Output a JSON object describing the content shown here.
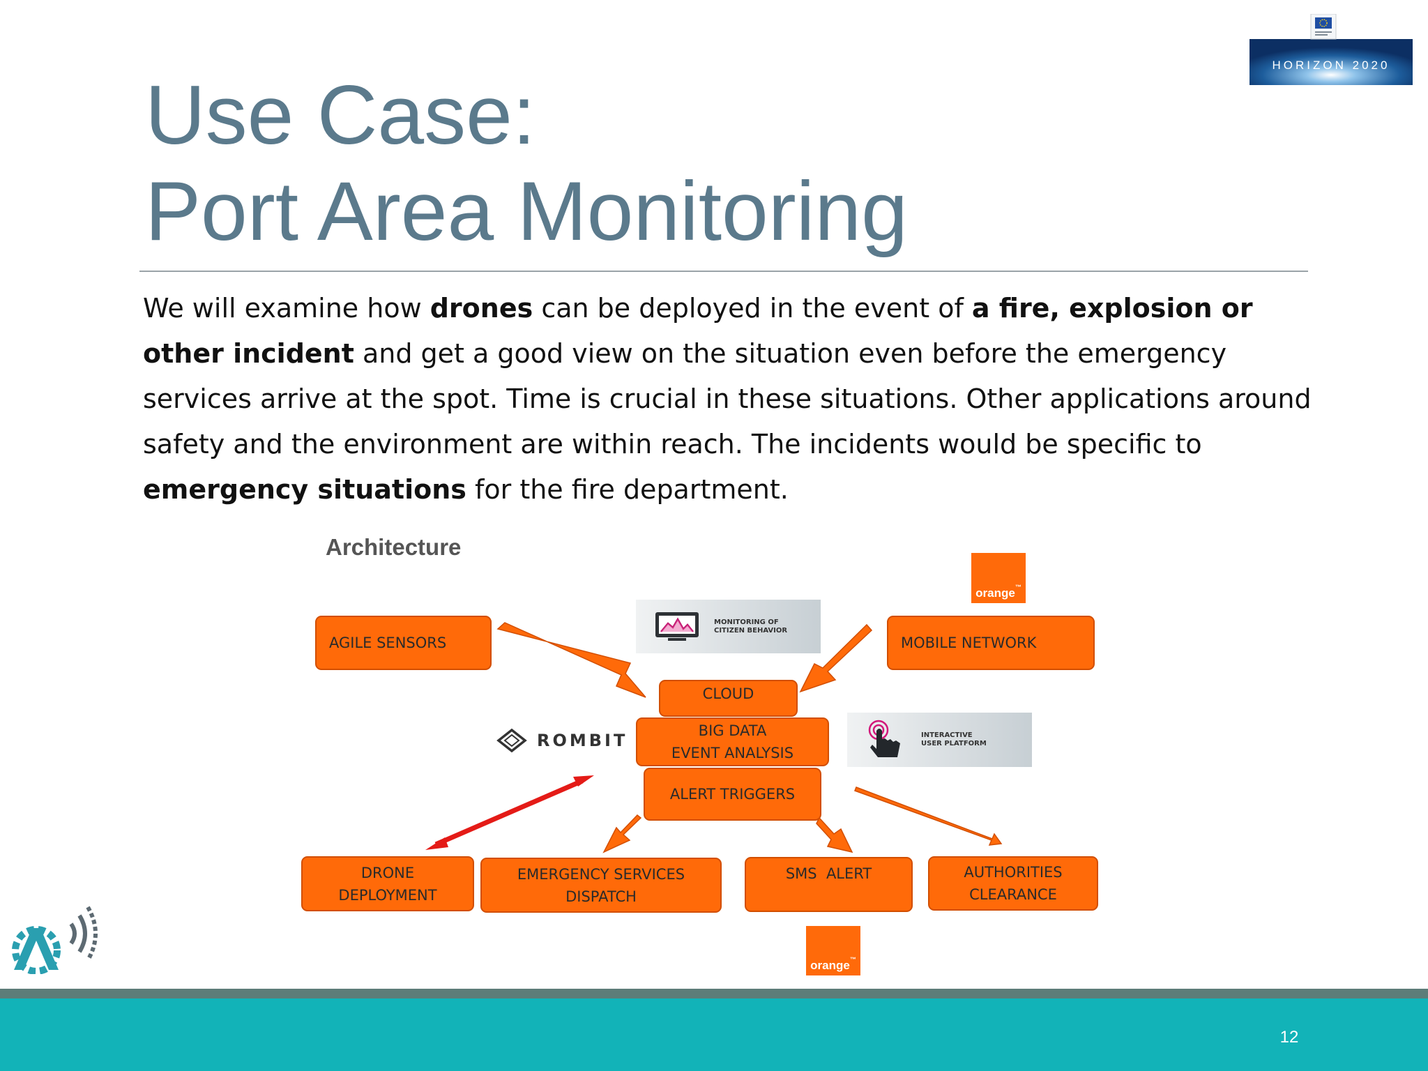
{
  "slide": {
    "title_line1": "Use Case:",
    "title_line2": "Port Area Monitoring",
    "page_number": "12"
  },
  "body": {
    "p1": "We will examine how ",
    "b1": "drones",
    "p2": " can be deployed in the event of ",
    "b2": "a fire, explosion or other incident",
    "p3": " and get a good view on the situation even before the emergency services arrive at the spot. Time is crucial in these situations. Other applications around safety and the environment are within reach. The incidents would be specific to ",
    "b3": "emergency situations",
    "p4": " for the fire department."
  },
  "architecture": {
    "title": "Architecture",
    "boxes": {
      "agile_sensors": "AGILE SENSORS",
      "mobile_network": "MOBILE NETWORK",
      "cloud": "CLOUD",
      "big_data_1": "BIG DATA",
      "big_data_2": "EVENT ANALYSIS",
      "alert_triggers": "ALERT TRIGGERS",
      "drone_1": "DRONE",
      "drone_2": "DEPLOYMENT",
      "emergency_1": "EMERGENCY SERVICES",
      "emergency_2": "DISPATCH",
      "sms_alert": "SMS  ALERT",
      "authorities_1": "AUTHORITIES",
      "authorities_2": "CLEARANCE"
    },
    "monitoring_caption_1": "MONITORING OF",
    "monitoring_caption_2": "CITIZEN BEHAVIOR",
    "interactive_caption_1": "INTERACTIVE",
    "interactive_caption_2": "USER PLATFORM",
    "rombit_label": "ROMBIT",
    "orange_label": "orange",
    "orange_tm": "™"
  },
  "logos": {
    "horizon_text": "HORIZON 2020"
  },
  "colors": {
    "title": "#5b7a8c",
    "box_fill": "#ff6a09",
    "footer": "#12b3b8",
    "footer_band": "#5d7d79",
    "red_arrow": "#e41b17"
  }
}
